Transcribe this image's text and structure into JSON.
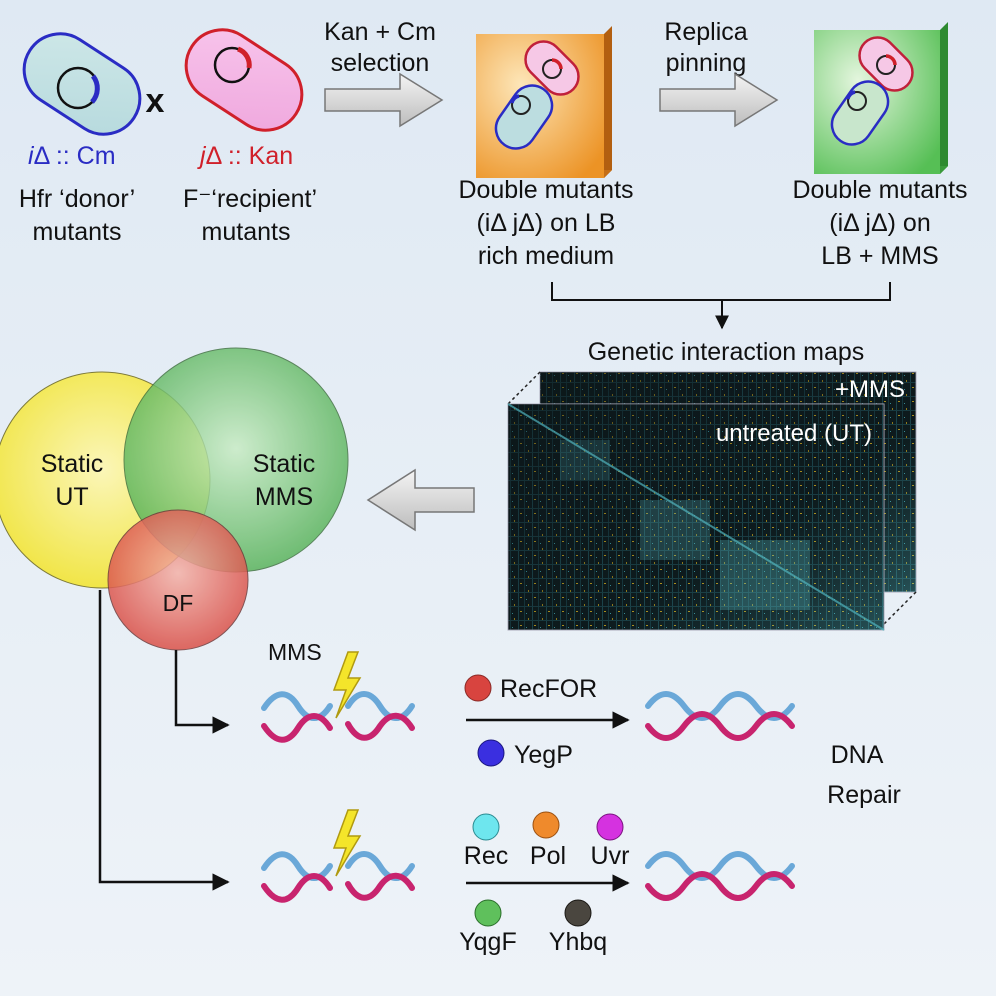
{
  "donor": {
    "genotype_italic": "i",
    "genotype_rest": "Δ :: Cm",
    "caption": [
      "Hfr ‘donor’",
      "mutants"
    ]
  },
  "cross_symbol": "x",
  "recipient": {
    "genotype_italic": "j",
    "genotype_rest": "Δ :: Kan",
    "caption": [
      "F⁻‘recipient’",
      "mutants"
    ]
  },
  "step1": {
    "label": [
      "Kan + Cm",
      "selection"
    ]
  },
  "plate1": {
    "caption": [
      "Double mutants",
      "(iΔ jΔ) on LB",
      "rich medium"
    ]
  },
  "step2": {
    "label": [
      "Replica",
      "pinning"
    ]
  },
  "plate2": {
    "caption": [
      "Double mutants",
      "(iΔ jΔ) on",
      "LB + MMS"
    ]
  },
  "maps": {
    "title": "Genetic interaction maps",
    "back_label": "+MMS",
    "front_label": "untreated (UT)"
  },
  "venn": {
    "left": [
      "Static",
      "UT"
    ],
    "right": [
      "Static",
      "MMS"
    ],
    "bottom": "DF"
  },
  "pathway1": {
    "damage_label": "MMS",
    "factors": [
      {
        "name": "RecFOR",
        "color": "#d8443f"
      },
      {
        "name": "YegP",
        "color": "#3a2fe0"
      }
    ],
    "outcome": [
      "DNA",
      "Repair"
    ]
  },
  "pathway2": {
    "factors_top": [
      {
        "name": "Rec",
        "color": "#6ee6ee"
      },
      {
        "name": "Pol",
        "color": "#ef8a2c"
      },
      {
        "name": "Uvr",
        "color": "#d532e0"
      }
    ],
    "factors_bottom": [
      {
        "name": "YqgF",
        "color": "#5fc05c"
      },
      {
        "name": "Yhbq",
        "color": "#4a463f"
      }
    ]
  },
  "colors": {
    "donor_blue": "#2a2cc4",
    "recipient_red": "#d0202a",
    "plate_orange": "#ee9a2a",
    "plate_green": "#5cc75a",
    "venn_yellow": "#f5ec5a",
    "venn_green": "#58bb58",
    "venn_red": "#e0554c",
    "dna_pink": "#c8246e",
    "dna_blue": "#6aa8d8"
  }
}
